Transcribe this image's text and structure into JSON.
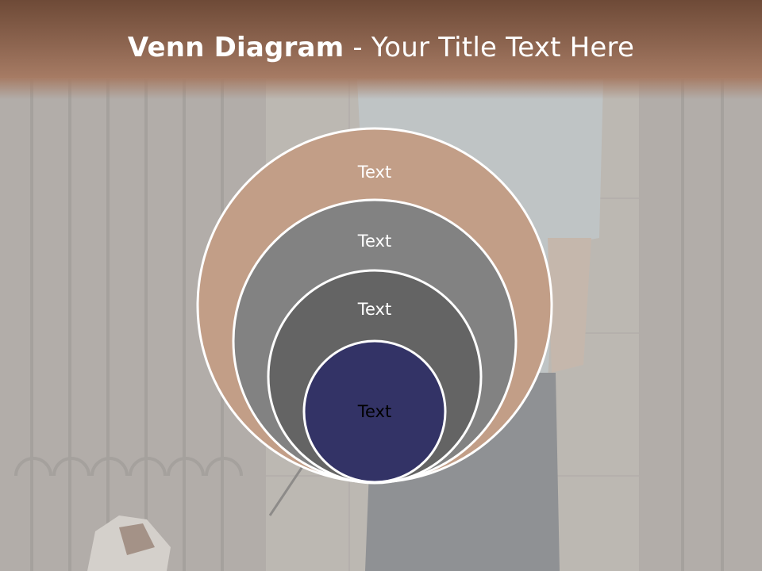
{
  "title": {
    "bold": "Venn Diagram",
    "rest": " - Your Title Text Here"
  },
  "diagram": {
    "type": "nested-circles",
    "circles": [
      {
        "label": "Text",
        "fill": "#c29e87",
        "text_color": "#ffffff"
      },
      {
        "label": "Text",
        "fill": "#828282",
        "text_color": "#ffffff"
      },
      {
        "label": "Text",
        "fill": "#646464",
        "text_color": "#ffffff"
      },
      {
        "label": "Text",
        "fill": "#333366",
        "text_color": "#000000"
      }
    ],
    "outline_color": "#ffffff"
  },
  "colors": {
    "title_bar": "#8d6550",
    "background": "#bdb7b2"
  }
}
